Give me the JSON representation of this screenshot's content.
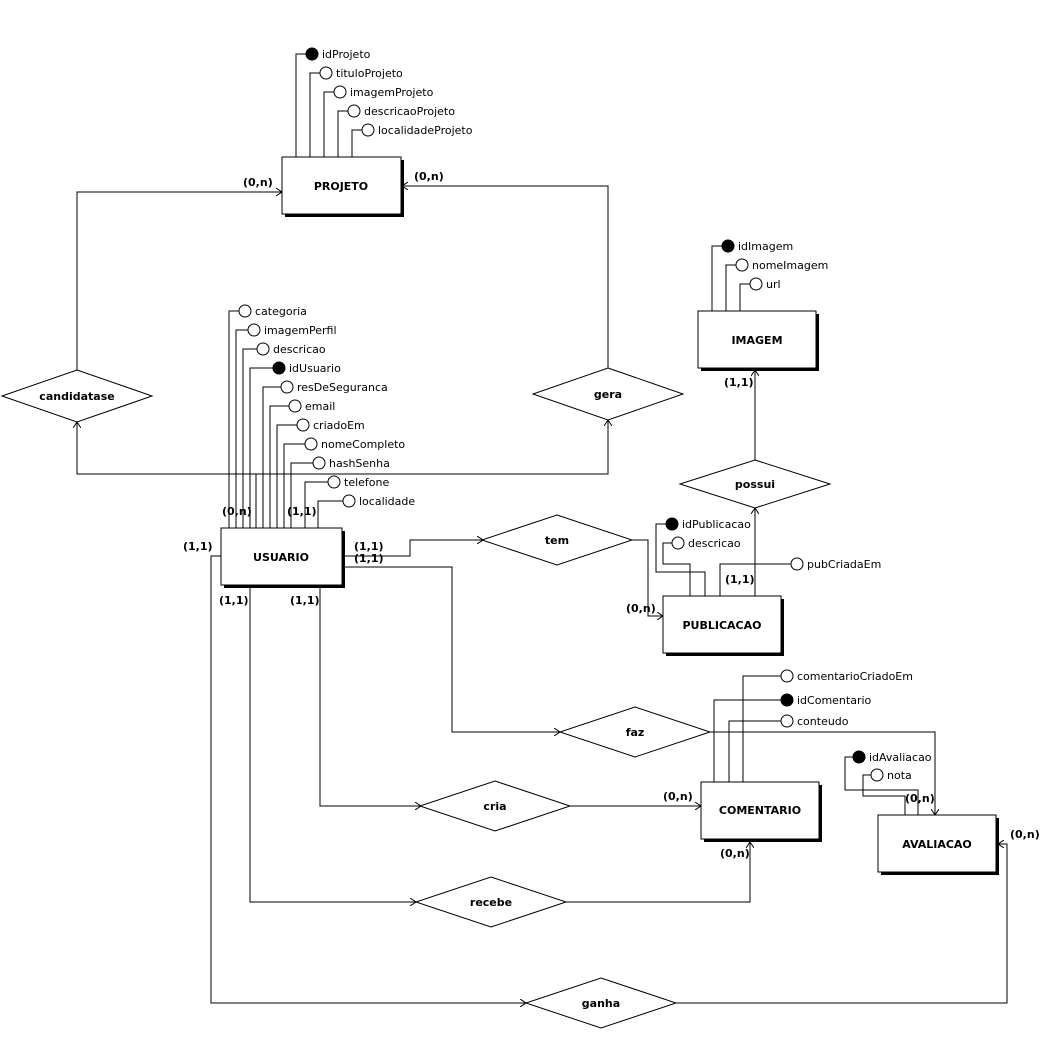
{
  "entities": {
    "projeto": "PROJETO",
    "imagem": "IMAGEM",
    "usuario": "USUARIO",
    "publicacao": "PUBLICACAO",
    "comentario": "COMENTARIO",
    "avaliacao": "AVALIACAO"
  },
  "relationships": {
    "candidatase": "candidatase",
    "gera": "gera",
    "possui": "possui",
    "tem": "tem",
    "faz": "faz",
    "cria": "cria",
    "recebe": "recebe",
    "ganha": "ganha"
  },
  "attributes": {
    "idProjeto": "idProjeto",
    "tituloProjeto": "tituloProjeto",
    "imagemProjeto": "imagemProjeto",
    "descricaoProjeto": "descricaoProjeto",
    "localidadeProjeto": "localidadeProjeto",
    "idImagem": "idImagem",
    "nomeImagem": "nomeImagem",
    "url": "url",
    "categoria": "categoria",
    "imagemPerfil": "imagemPerfil",
    "descricao": "descricao",
    "idUsuario": "idUsuario",
    "resDeSeguranca": "resDeSeguranca",
    "email": "email",
    "criadoEm": "criadoEm",
    "nomeCompleto": "nomeCompleto",
    "hashSenha": "hashSenha",
    "telefone": "telefone",
    "localidade": "localidade",
    "idPublicacao": "idPublicacao",
    "descricaoPub": "descricao",
    "pubCriadaEm": "pubCriadaEm",
    "comentarioCriadoEm": "comentarioCriadoEm",
    "idComentario": "idComentario",
    "conteudo": "conteudo",
    "idAvaliacao": "idAvaliacao",
    "nota": "nota"
  },
  "cardinalities": {
    "projetoCand": "(0,n)",
    "projetoGera": "(0,n)",
    "usuarioCand": "(0,n)",
    "usuarioGera": "(1,1)",
    "usuarioLeft": "(1,1)",
    "usuarioTem": "(1,1)",
    "usuarioFaz": "(1,1)",
    "usuarioRecebe": "(1,1)",
    "usuarioCria": "(1,1)",
    "imagemPossui": "(1,1)",
    "publicacaoPossui": "(1,1)",
    "publicacaoTem": "(0,n)",
    "comentarioCria": "(0,n)",
    "comentarioRecebe": "(0,n)",
    "avaliacaoFaz": "(0,n)",
    "avaliacaoGanha": "(0,n)"
  }
}
